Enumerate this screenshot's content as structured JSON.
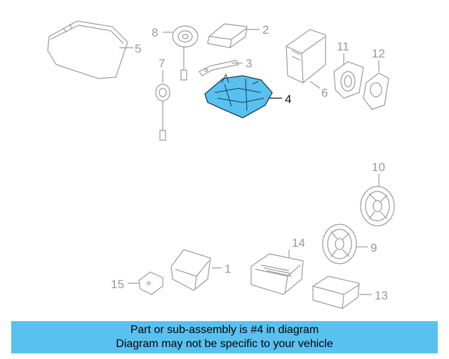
{
  "highlight_color": "#59c1f0",
  "highlighted_part": "4",
  "callouts": [
    "1",
    "2",
    "3",
    "4",
    "5",
    "6",
    "7",
    "8",
    "9",
    "10",
    "11",
    "12",
    "13",
    "14",
    "15"
  ],
  "banner": {
    "line1": "Part or sub-assembly is #4 in diagram",
    "line2": "Diagram may not be specific to your vehicle"
  }
}
